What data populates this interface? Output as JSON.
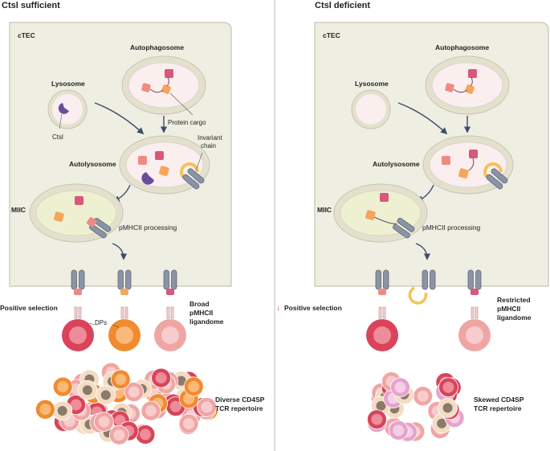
{
  "panels": [
    {
      "title": "Ctsl sufficient",
      "cell_label": "cTEC",
      "autophagosome_label": "Autophagosome",
      "lysosome_label": "Lysosome",
      "protease_label": "Ctsl",
      "cargo_label": "Protein cargo",
      "autolysosome_label": "Autolysosome",
      "invariant_label_1": "Invariant",
      "invariant_label_2": "chain",
      "miic_label": "MIIC",
      "processing_label": "pMHCII processing",
      "selection_label": "Positive selection",
      "dps_label": "DPs",
      "ligandome_label_1": "Broad",
      "ligandome_label_2": "pMHCII",
      "ligandome_label_3": "ligandome",
      "repertoire_label_1": "Diverse CD4SP",
      "repertoire_label_2": "TCR repertoire"
    },
    {
      "title": "Ctsl deficient",
      "cell_label": "cTEC",
      "autophagosome_label": "Autophagosome",
      "lysosome_label": "Lysosome",
      "autolysosome_label": "Autolysosome",
      "miic_label": "MIIC",
      "processing_label": "pMHCII processing",
      "selection_arrow": "↓",
      "selection_label": "Positive selection",
      "ligandome_label_1": "Restricted",
      "ligandome_label_2": "pMHCII",
      "ligandome_label_3": "ligandome",
      "repertoire_label_1": "Skewed CD4SP",
      "repertoire_label_2": "TCR repertoire"
    }
  ],
  "colors": {
    "cell_fill": "#efeee2",
    "cell_stroke": "#cfcdbd",
    "vesicle_ring": "#e3e1cd",
    "vesicle_inner": "#fbeeee",
    "miic_inner": "#eef0d2",
    "cargo_pink": "#d9577a",
    "cargo_salmon": "#ee8a84",
    "cargo_orange": "#f6a55a",
    "ctsl_purple": "#6a4c9c",
    "mhc_grey": "#8b94a6",
    "invariant_yellow": "#f3c35a",
    "arrow_navy": "#3e4d6b",
    "tcell_red": "#d9445a",
    "tcell_orange": "#f28a2e",
    "tcell_pink": "#f0a5a5",
    "tcell_beige": "#f3dcc3",
    "tcell_magenta": "#e7a3cc"
  }
}
